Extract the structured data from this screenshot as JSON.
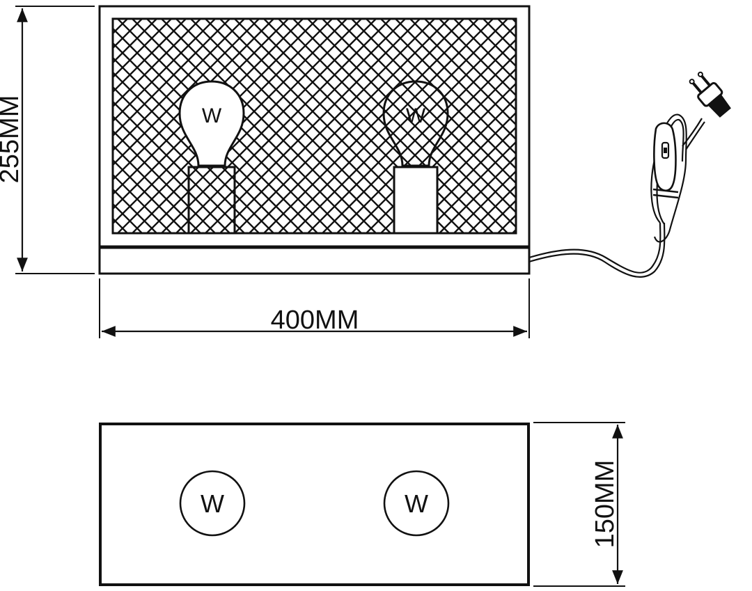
{
  "dimensions": {
    "height_label": "255MM",
    "width_label": "400MM",
    "depth_label": "150MM"
  },
  "front_view": {
    "bulbs": [
      {
        "mark": "W",
        "socket_style": "mesh"
      },
      {
        "mark": "W",
        "socket_style": "plain"
      }
    ],
    "grid": "diagonal mesh"
  },
  "top_view": {
    "bulbs": [
      {
        "mark": "W"
      },
      {
        "mark": "W"
      }
    ]
  },
  "colors": {
    "line": "#111111",
    "background": "#ffffff"
  }
}
